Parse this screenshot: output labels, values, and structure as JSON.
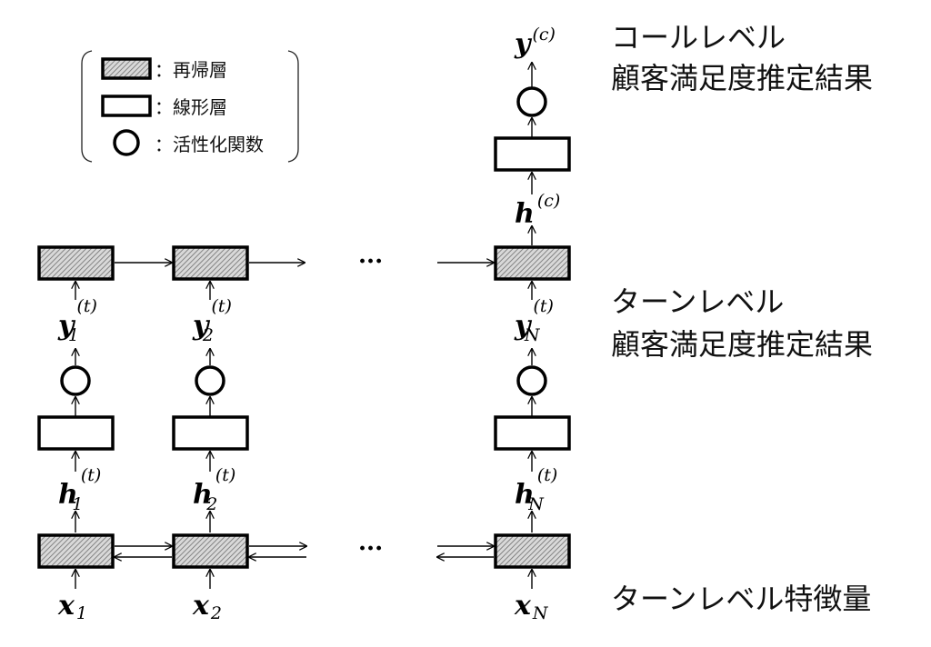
{
  "legend": {
    "recurrent_layer": "：再帰層",
    "linear_layer": "：線形層",
    "activation_function": "：活性化関数"
  },
  "labels": {
    "call_level_line1": "コールレベル",
    "call_level_line2": "顧客満足度推定結果",
    "turn_level_line1": "ターンレベル",
    "turn_level_line2": "顧客満足度推定結果",
    "turn_features": "ターンレベル特徴量"
  },
  "symbols": {
    "call_output": {
      "main": "y",
      "sup": "(c)"
    },
    "call_hidden": {
      "main": "h",
      "sup": "(c)"
    },
    "turn_outputs": [
      {
        "main": "y",
        "sub": "1",
        "sup": "(t)"
      },
      {
        "main": "y",
        "sub": "2",
        "sup": "(t)"
      },
      {
        "main": "y",
        "sub": "N",
        "sup": "(t)"
      }
    ],
    "turn_hidden": [
      {
        "main": "h",
        "sub": "1",
        "sup": "(t)"
      },
      {
        "main": "h",
        "sub": "2",
        "sup": "(t)"
      },
      {
        "main": "h",
        "sub": "N",
        "sup": "(t)"
      }
    ],
    "inputs": [
      {
        "main": "x",
        "sub": "1"
      },
      {
        "main": "x",
        "sub": "2"
      },
      {
        "main": "x",
        "sub": "N"
      }
    ],
    "ellipsis": "···"
  }
}
